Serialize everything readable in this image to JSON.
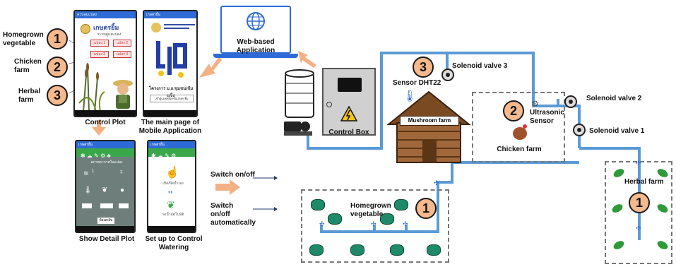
{
  "phones": {
    "control_plot": {
      "app_header": "ควบคุมแปลง",
      "title": "เกษตรยิ้ม",
      "subtitle": "ระบบดูแลแปลง",
      "plots": [
        "แปลง 1",
        "แปลง 2",
        "แปลง 3",
        "แปลง 4"
      ]
    },
    "main_page": {
      "app_header": "เกษตรยิ้ม",
      "footer": "โครงการ ม.อ.ชุมชนเข้มแข็ง",
      "button": "เข้าสู่แอพพลิเคชั่นเกษตรยิ้ม"
    },
    "detail_plot": {
      "app_header": "เกษตรยิ้ม",
      "status_title": "สภาพอากาศในแปลง",
      "level": "1",
      "back_button": "ย้อนกลับ"
    },
    "control_watering": {
      "app_header": "เกษตรยิ้ม",
      "manual_label": "เปิด/ปิดน้ำเอง",
      "auto_label": "รดน้ำอัตโนมัติ"
    }
  },
  "labels": {
    "homegrown": "Homegrown vegetable",
    "chicken": "Chicken farm",
    "herbal": "Herbal farm",
    "control_plot": "Control Plot",
    "main_page": "The main page of Mobile Application",
    "detail_plot": "Show Detail Plot",
    "setup_watering": "Set up to Control Watering",
    "switch_onoff": "Switch on/off",
    "switch_auto": "Switch on/off automatically",
    "web_app": "Web-based Application",
    "control_box": "Control Box",
    "sensor_dht22": "Sensor DHT22",
    "mushroom_farm": "Mushroom farm",
    "solenoid3": "Solenoid valve 3",
    "solenoid2": "Solenoid valve 2",
    "solenoid1": "Solenoid valve 1",
    "ultrasonic": "Ultrasonic Sensor",
    "chicken_farm": "Chicken farm",
    "homegrown_vegetable": "Homegrown vegetable",
    "herbal_farm": "Herbal farm"
  },
  "numbers": {
    "homegrown": "1",
    "chicken": "2",
    "herbal": "3",
    "mushroom": "3",
    "chicken_site": "2",
    "veg_site": "1",
    "herbal_site": "1"
  },
  "colors": {
    "pipe": "#5b9bd5",
    "arrow": "#f4b183",
    "circle": "#f5b98d",
    "app_blue": "#2f6bd6",
    "app_green": "#3aa84a",
    "wood": "#8b5a2b"
  }
}
